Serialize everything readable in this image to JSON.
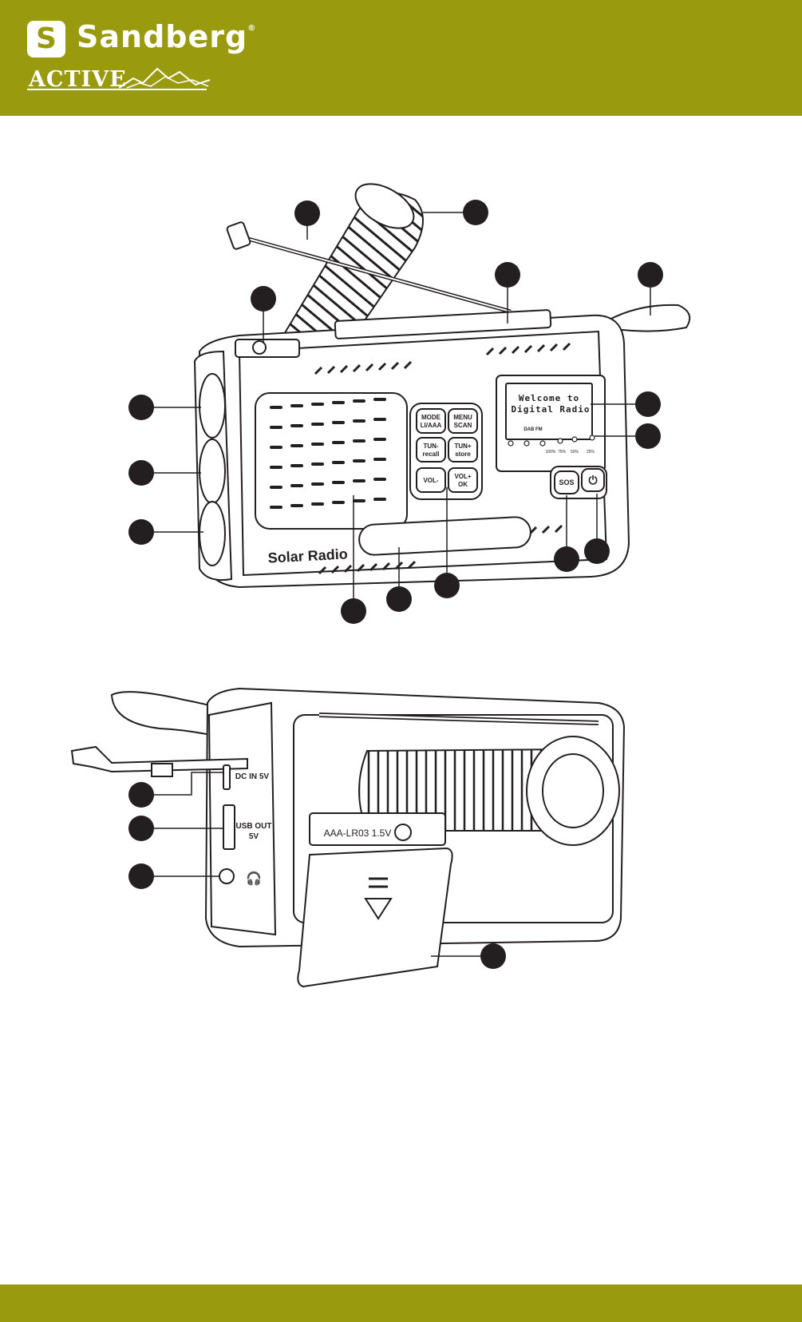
{
  "colors": {
    "brand": "#9a9a0f",
    "ink": "#231f20"
  },
  "logo": {
    "name": "Sandberg",
    "registered": "®",
    "sub": "ACTIVE",
    "mark": "S"
  },
  "device_front": {
    "buttons": {
      "mode": [
        "MODE",
        "LI/AAA"
      ],
      "menu": [
        "MENU",
        "SCAN"
      ],
      "tun_minus": [
        "TUN-",
        "recall"
      ],
      "tun_plus": [
        "TUN+",
        "store"
      ],
      "vol_minus": [
        "VOL-"
      ],
      "vol_plus": [
        "VOL+",
        "OK"
      ],
      "sos": "SOS",
      "power": "⏻"
    },
    "display": {
      "line1": "Welcome to",
      "line2": "Digital Radio",
      "bands": "DAB FM"
    },
    "battery_levels": [
      "100%",
      "75%",
      "50%",
      "25%"
    ],
    "label": "Solar Radio"
  },
  "device_back": {
    "dc_in": "DC IN 5V",
    "usb_out": [
      "USB OUT",
      "5V"
    ],
    "headphone_icon": "headphone-icon",
    "battery_label": "AAA-LR03 1.5V"
  }
}
